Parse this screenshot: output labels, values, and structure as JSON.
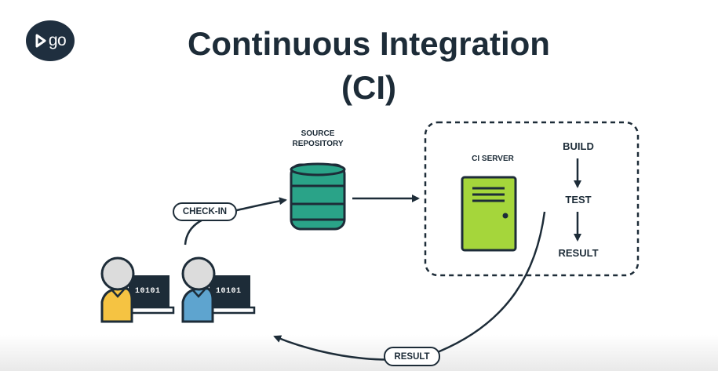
{
  "logo": {
    "text": "go"
  },
  "title": {
    "line1": "Continuous Integration",
    "line2": "(CI)"
  },
  "repository": {
    "label_line1": "SOURCE",
    "label_line2": "REPOSITORY"
  },
  "ci_server": {
    "label": "CI SERVER"
  },
  "pipeline": {
    "steps": [
      "BUILD",
      "TEST",
      "RESULT"
    ]
  },
  "flow": {
    "checkin_label": "CHECK-IN",
    "result_label": "RESULT"
  },
  "developers": [
    {
      "code": "10101",
      "shirt_color": "#f5c342"
    },
    {
      "code": "10101",
      "shirt_color": "#5ea4cf"
    }
  ],
  "colors": {
    "ink": "#1d2c38",
    "database": "#2aa388",
    "server": "#a5d63b",
    "head": "#dcdcdc",
    "laptop": "#1d2c38"
  }
}
